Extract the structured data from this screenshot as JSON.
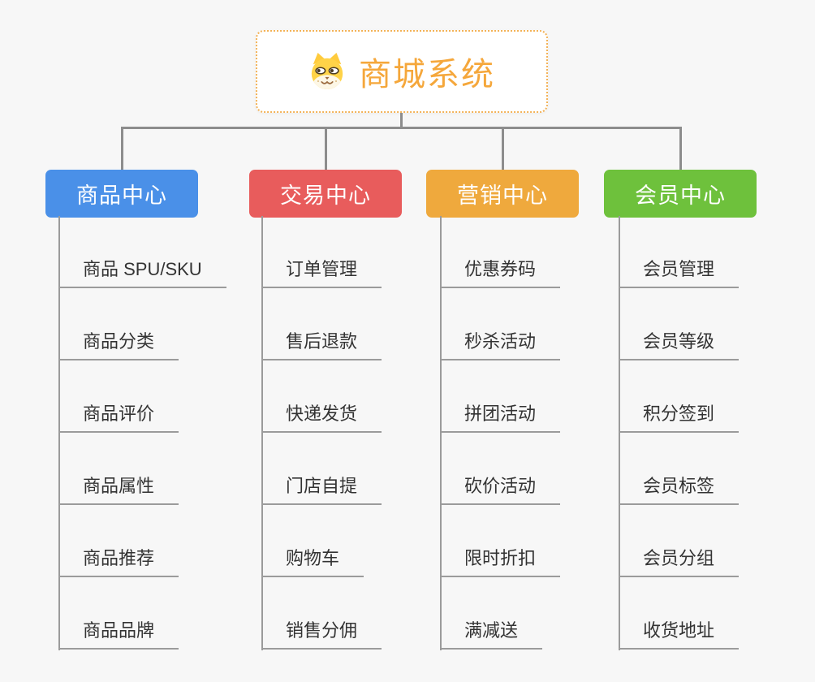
{
  "root": {
    "title": "商城系统",
    "icon": "dog-face-icon",
    "border_color": "#F3B257",
    "title_color": "#F5A73B"
  },
  "branches": [
    {
      "label": "商品中心",
      "color": "#4A90E8",
      "children": [
        "商品 SPU/SKU",
        "商品分类",
        "商品评价",
        "商品属性",
        "商品推荐",
        "商品品牌"
      ]
    },
    {
      "label": "交易中心",
      "color": "#E85C5C",
      "children": [
        "订单管理",
        "售后退款",
        "快递发货",
        "门店自提",
        "购物车",
        "销售分佣"
      ]
    },
    {
      "label": "营销中心",
      "color": "#EFA93D",
      "children": [
        "优惠券码",
        "秒杀活动",
        "拼团活动",
        "砍价活动",
        "限时折扣",
        "满减送"
      ]
    },
    {
      "label": "会员中心",
      "color": "#6EC13C",
      "children": [
        "会员管理",
        "会员等级",
        "积分签到",
        "会员标签",
        "会员分组",
        "收货地址"
      ]
    }
  ],
  "colors": {
    "background": "#F7F7F7",
    "connector": "#8D8D8D",
    "leaf_line": "#9B9B9B",
    "leaf_text": "#333333"
  }
}
